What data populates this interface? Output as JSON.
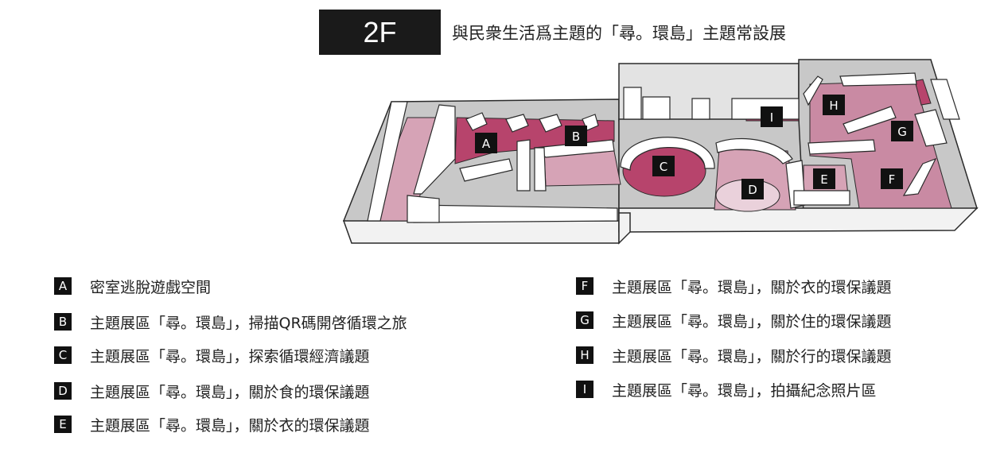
{
  "header": {
    "floor": "2F",
    "title": "與民衆生活爲主題的「尋。環島」主題常設展"
  },
  "map": {
    "labels": [
      "A",
      "B",
      "C",
      "D",
      "E",
      "F",
      "G",
      "H",
      "I"
    ],
    "colors": {
      "zone": "#b7446c",
      "zone_light": "#d6a3b6",
      "wall": "#ffffff",
      "floor": "#c8c8c8",
      "outline": "#2a2a2a"
    }
  },
  "legend": {
    "left": [
      {
        "key": "A",
        "text": "密室逃脫遊戲空間"
      },
      {
        "key": "B",
        "text": "主題展區「尋。環島」，掃描QR碼開啓循環之旅"
      },
      {
        "key": "C",
        "text": "主題展區「尋。環島」，探索循環經濟議題"
      },
      {
        "key": "D",
        "text": "主題展區「尋。環島」，關於食的環保議題"
      },
      {
        "key": "E",
        "text": "主題展區「尋。環島」，關於衣的環保議題"
      }
    ],
    "right": [
      {
        "key": "F",
        "text": "主題展區「尋。環島」，關於衣的環保議題"
      },
      {
        "key": "G",
        "text": "主題展區「尋。環島」，關於住的環保議題"
      },
      {
        "key": "H",
        "text": "主題展區「尋。環島」，關於行的環保議題"
      },
      {
        "key": "I",
        "text": "主題展區「尋。環島」，拍攝紀念照片區"
      }
    ]
  }
}
